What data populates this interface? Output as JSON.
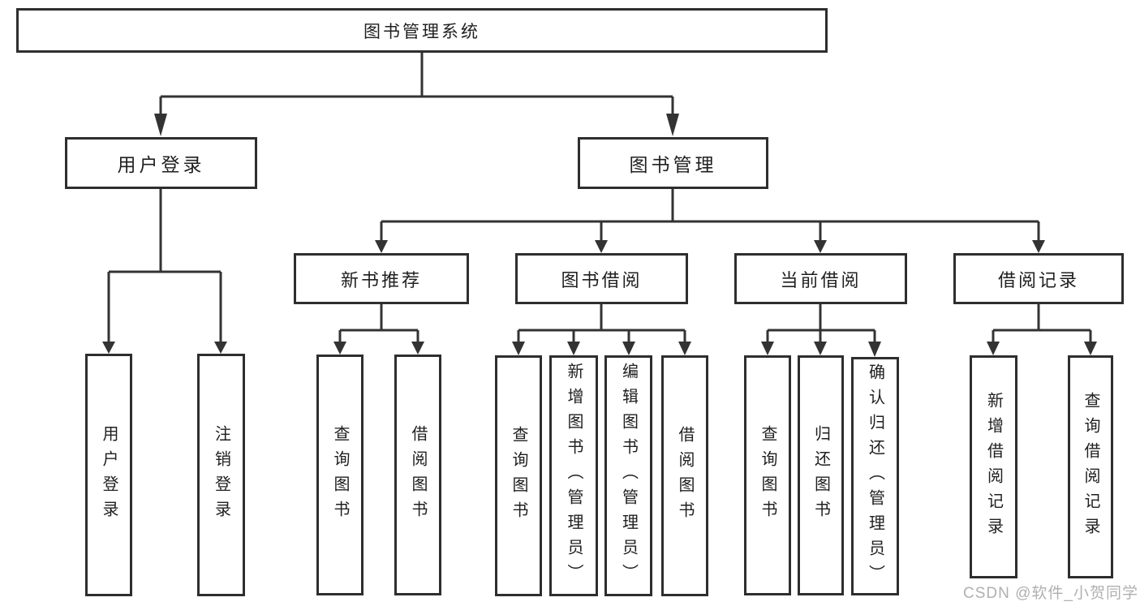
{
  "colors": {
    "line": "#333333",
    "box_border": "#2e2e2e",
    "text": "#1f1f1f",
    "background": "#ffffff",
    "watermark": "#b0b0b0"
  },
  "watermark": {
    "text": "CSDN @软件_小贺同学"
  },
  "diagram": {
    "root": {
      "label": "图书管理系统"
    },
    "level1": [
      {
        "label": "用户登录",
        "children": [
          {
            "label": "用户登录"
          },
          {
            "label": "注销登录"
          }
        ]
      },
      {
        "label": "图书管理",
        "children": [
          {
            "label": "新书推荐",
            "children": [
              {
                "label": "查询图书"
              },
              {
                "label": "借阅图书"
              }
            ]
          },
          {
            "label": "图书借阅",
            "children": [
              {
                "label": "查询图书"
              },
              {
                "label": "新增图书（管理员）"
              },
              {
                "label": "编辑图书（管理员）"
              },
              {
                "label": "借阅图书"
              }
            ]
          },
          {
            "label": "当前借阅",
            "children": [
              {
                "label": "查询图书"
              },
              {
                "label": "归还图书"
              },
              {
                "label": "确认归还（管理员）"
              }
            ]
          },
          {
            "label": "借阅记录",
            "children": [
              {
                "label": "新增借阅记录"
              },
              {
                "label": "查询借阅记录"
              }
            ]
          }
        ]
      }
    ]
  }
}
